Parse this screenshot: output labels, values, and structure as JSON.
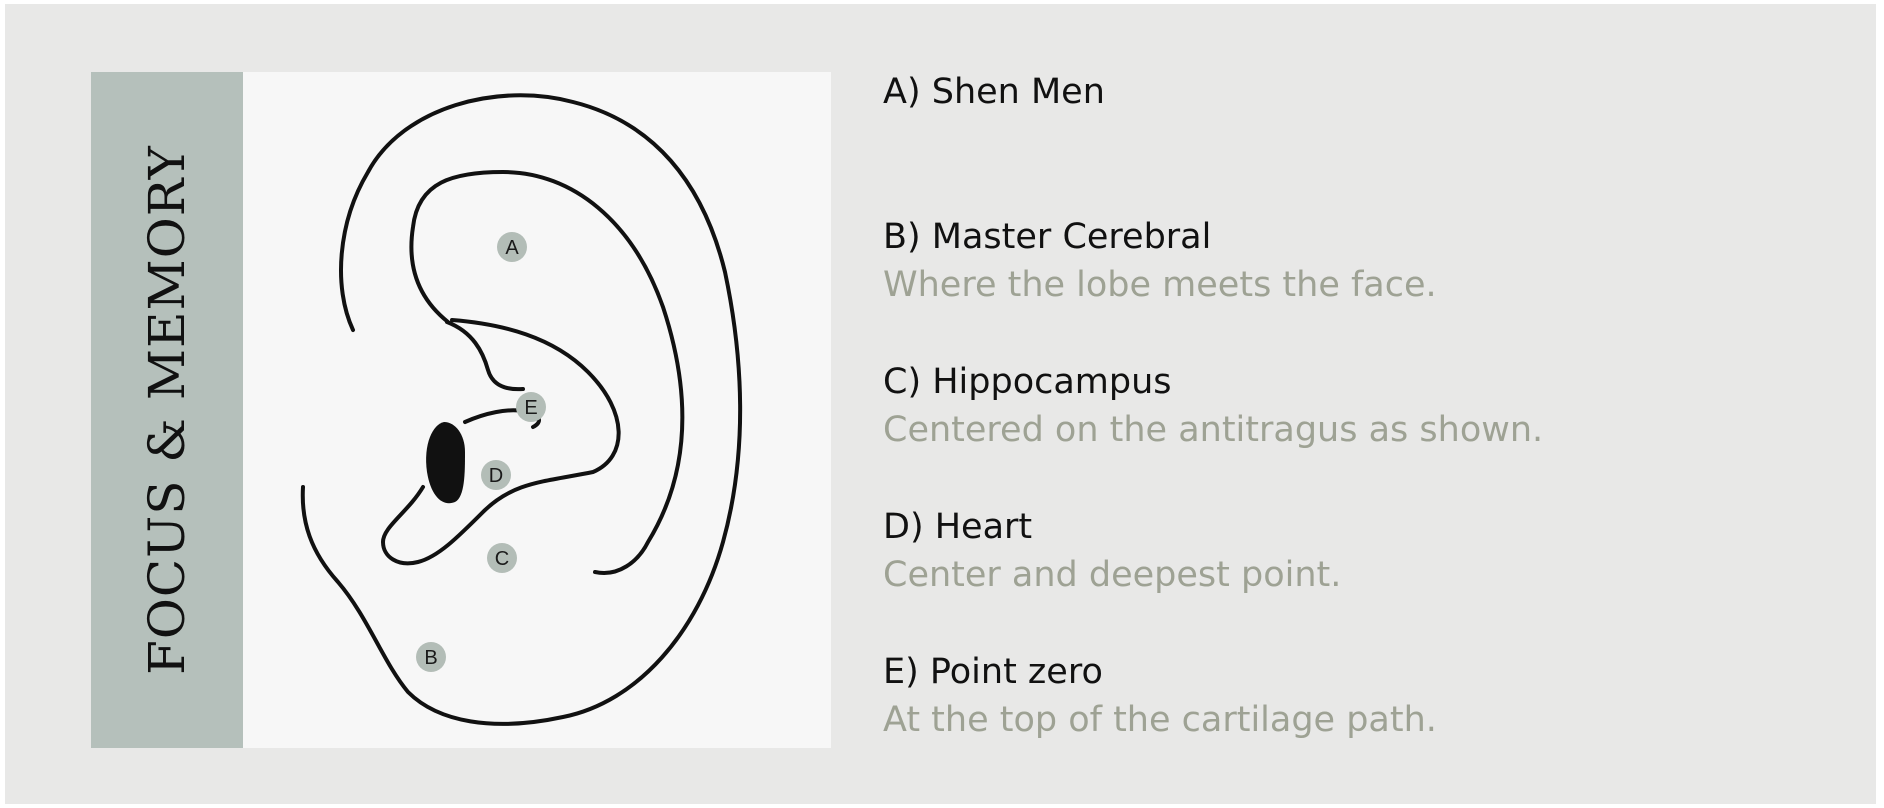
{
  "side_title": "FOCUS & MEMORY",
  "markers": [
    {
      "id": "A",
      "label": "A"
    },
    {
      "id": "B",
      "label": "B"
    },
    {
      "id": "C",
      "label": "C"
    },
    {
      "id": "D",
      "label": "D"
    },
    {
      "id": "E",
      "label": "E"
    }
  ],
  "legend": [
    {
      "title": "A) Shen Men",
      "description": ""
    },
    {
      "title": "B) Master Cerebral",
      "description": "Where the lobe meets the face."
    },
    {
      "title": "C) Hippocampus",
      "description": "Centered on the antitragus as shown."
    },
    {
      "title": "D) Heart",
      "description": "Center and deepest point."
    },
    {
      "title": "E) Point zero",
      "description": "At the top of the cartilage path."
    }
  ],
  "colors": {
    "background": "#e8e8e7",
    "side_band": "#b5c0bb",
    "panel": "#f7f7f7",
    "marker_fill": "#b3bdb7",
    "title_text": "#111111",
    "description_text": "#9ea294"
  }
}
